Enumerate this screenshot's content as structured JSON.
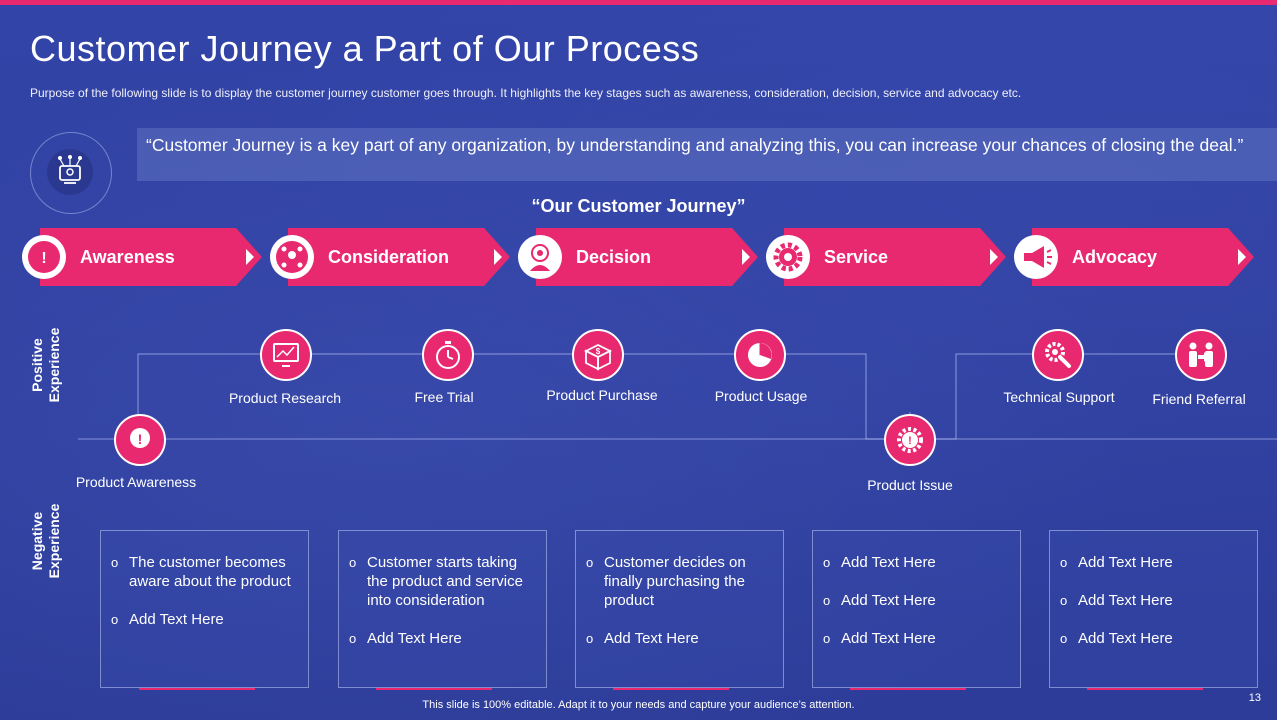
{
  "title": "Customer Journey a Part of Our Process",
  "subtitle": "Purpose of the following slide is to display the  customer journey customer goes through. It highlights the key stages such as awareness, consideration, decision, service and advocacy etc.",
  "quote": "“Customer Journey is a key part of any organization, by understanding and analyzing this, you can increase your chances of closing the deal.”",
  "journey_title": "“Our Customer Journey”",
  "stages": [
    {
      "label": "Awareness",
      "icon": "head-exclamation-icon"
    },
    {
      "label": "Consideration",
      "icon": "people-network-icon"
    },
    {
      "label": "Decision",
      "icon": "target-person-icon"
    },
    {
      "label": "Service",
      "icon": "gear-icon"
    },
    {
      "label": "Advocacy",
      "icon": "megaphone-icon"
    }
  ],
  "side_labels": {
    "positive": "Positive Experience",
    "negative": "Negative Experience"
  },
  "nodes": [
    {
      "label": "Product Awareness",
      "icon": "head-exclamation-icon"
    },
    {
      "label": "Product Research",
      "icon": "monitor-chart-icon"
    },
    {
      "label": "Free Trial",
      "icon": "stopwatch-icon"
    },
    {
      "label": "Product Purchase",
      "icon": "dollar-box-icon"
    },
    {
      "label": "Product Usage",
      "icon": "pie-chart-icon"
    },
    {
      "label": "Product Issue",
      "icon": "gear-alert-icon"
    },
    {
      "label": "Technical Support",
      "icon": "wrench-gear-icon"
    },
    {
      "label": "Friend Referral",
      "icon": "people-referral-icon"
    }
  ],
  "cards": [
    [
      "The customer becomes aware about the product",
      "Add Text Here"
    ],
    [
      "Customer starts taking the product and service into consideration",
      "Add Text Here"
    ],
    [
      "Customer decides on finally purchasing the product",
      "Add Text Here"
    ],
    [
      "Add Text Here",
      "Add Text Here",
      "Add Text Here"
    ],
    [
      "Add Text Here",
      "Add Text Here",
      "Add Text Here"
    ]
  ],
  "footer": "This slide is 100% editable. Adapt it to your needs and capture your audience’s attention.",
  "page_number": "13",
  "colors": {
    "background": "#2f3f9e",
    "accent": "#e8296f",
    "text": "#ffffff"
  }
}
